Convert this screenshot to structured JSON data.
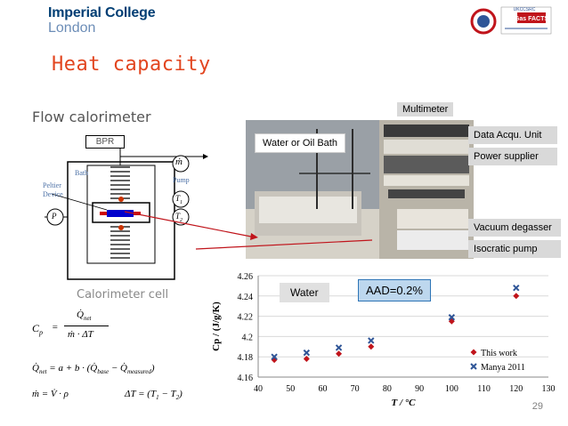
{
  "header": {
    "logo_line1": "Imperial College",
    "logo_line2": "London",
    "partner_logo_text": "UKCCSRC Gas FACTS",
    "title": "Heat capacity",
    "subtitle": "Flow calorimeter",
    "page_number": "29"
  },
  "diagram": {
    "bpr": "BPR",
    "bath": "Bath",
    "pump": "Pump",
    "peltier_line1": "Peltier",
    "peltier_line2": "Device",
    "p": "P",
    "t1": "T",
    "t1_sub": "1",
    "t2": "T",
    "t2_sub": "2",
    "mdot": "ṁ",
    "caption": "Calorimeter cell"
  },
  "equations": {
    "cp_lhs": "C",
    "cp_sub": "p",
    "cp_eq": "=",
    "cp_num": "Q̇",
    "cp_num_sub": "net",
    "cp_den": "ṁ · ΔT",
    "q_lhs": "Q̇",
    "q_lhs_sub": "net",
    "q_rhs": "= a + b · (Q̇",
    "q_base": "base",
    "q_minus": " − Q̇",
    "q_meas": "measured",
    "q_close": ")",
    "m_eq": "ṁ = V̇ · ρ",
    "dt_eq": "ΔT = (T",
    "dt_sub1": "1",
    "dt_minus": " − T",
    "dt_sub2": "2",
    "dt_close": ")"
  },
  "photo_labels": {
    "multimeter": "Multimeter",
    "water_bath": "Water or Oil Bath",
    "daq": "Data Acqu. Unit",
    "power": "Power supplier",
    "degasser": "Vacuum degasser",
    "pump": "Isocratic pump"
  },
  "colors": {
    "title": "#e2451f",
    "this_work": "#c0141b",
    "manya": "#2f5597",
    "aad_box": "#2e75b6"
  },
  "chart_data": {
    "type": "scatter",
    "xlabel": "T / °C",
    "ylabel": "Cp / (J/g/K)",
    "xlim": [
      40,
      130
    ],
    "ylim": [
      4.16,
      4.26
    ],
    "x_ticks": [
      "40",
      "50",
      "60",
      "70",
      "80",
      "90",
      "100",
      "110",
      "120",
      "130"
    ],
    "y_ticks": [
      "4.16",
      "4.18",
      "4.2",
      "4.22",
      "4.24",
      "4.26"
    ],
    "fluid_label": "Water",
    "aad_label": "AAD=0.2%",
    "legend_position": "bottom-right",
    "series": [
      {
        "name": "This work",
        "marker": "diamond",
        "color": "#c0141b",
        "x": [
          45,
          55,
          65,
          75,
          100,
          120
        ],
        "y": [
          4.177,
          4.178,
          4.183,
          4.19,
          4.215,
          4.24
        ]
      },
      {
        "name": "Manya 2011",
        "marker": "x",
        "color": "#2f5597",
        "x": [
          45,
          55,
          65,
          75,
          100,
          120
        ],
        "y": [
          4.18,
          4.184,
          4.189,
          4.196,
          4.219,
          4.248
        ]
      }
    ]
  }
}
